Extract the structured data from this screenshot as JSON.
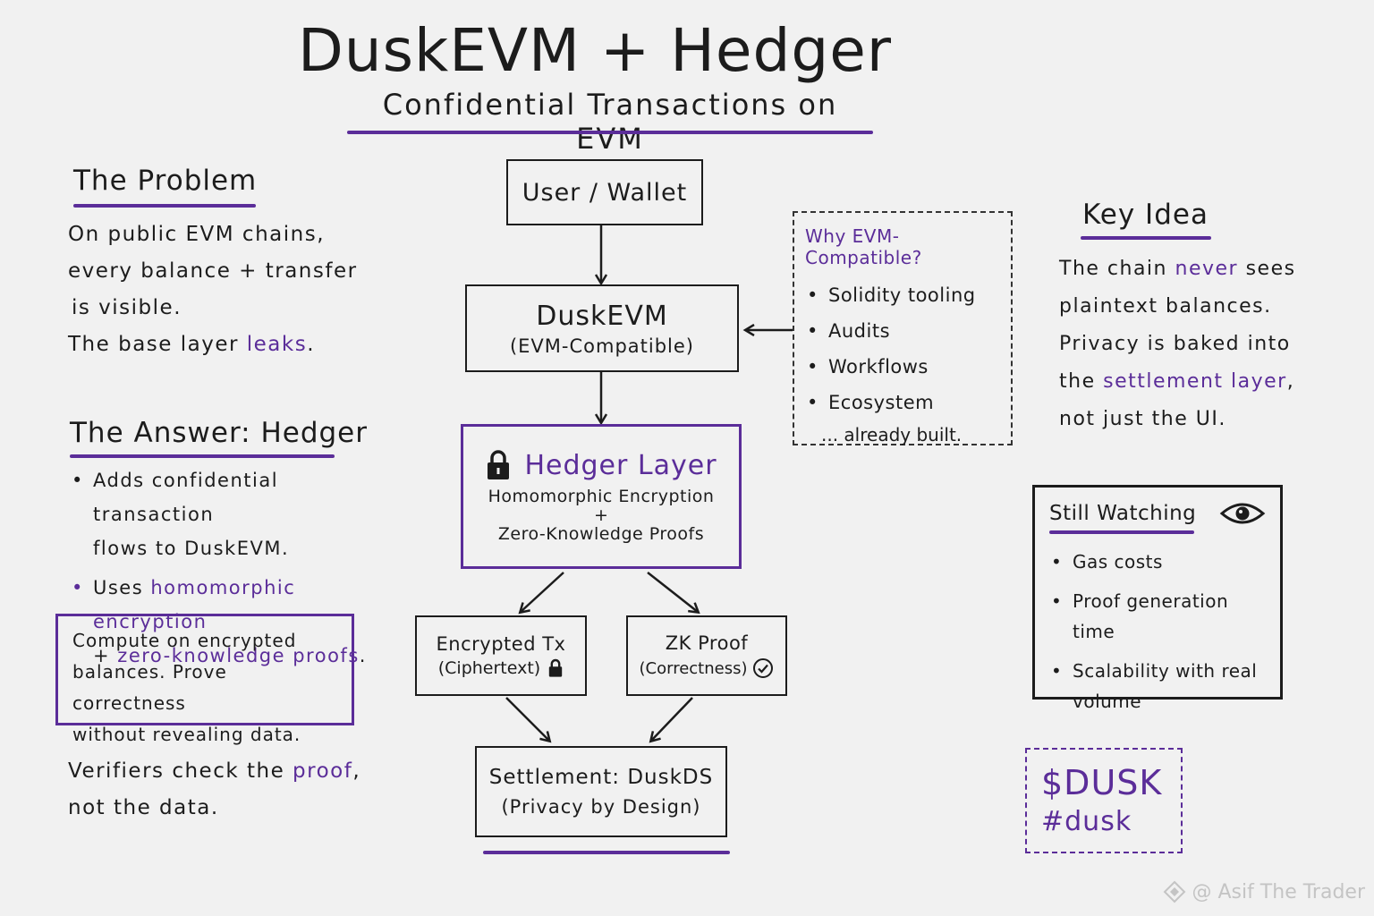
{
  "title": "DuskEVM + Hedger",
  "subtitle": "Confidential Transactions on EVM",
  "problem": {
    "heading": "The Problem",
    "lines": [
      "On public EVM chains,",
      "every balance + transfer",
      "is visible."
    ],
    "leak_prefix": "The base layer",
    "leak_word": "leaks",
    "leak_suffix": "."
  },
  "answer": {
    "heading": "The Answer: Hedger",
    "bullet1_line1": "Adds confidential transaction",
    "bullet1_line2": "flows to DuskEVM.",
    "bullet2_prefix": "Uses",
    "bullet2_highlight1": "homomorphic encryption",
    "bullet2_plus": "+",
    "bullet2_highlight2": "zero-knowledge proofs",
    "bullet2_suffix": ".",
    "box_lines": [
      "Compute on encrypted",
      "balances. Prove correctness",
      "without revealing data."
    ]
  },
  "verifiers": {
    "line1_prefix": "Verifiers check the",
    "line1_highlight": "proof",
    "line1_suffix": ",",
    "line2": "not the data."
  },
  "flow": {
    "user_wallet": "User / Wallet",
    "duskevm_title": "DuskEVM",
    "duskevm_sub": "(EVM-Compatible)",
    "hedger_title": "Hedger Layer",
    "hedger_line1": "Homomorphic Encryption",
    "hedger_plus": "+",
    "hedger_line2": "Zero-Knowledge Proofs",
    "encrypted_title": "Encrypted Tx",
    "encrypted_sub": "(Ciphertext)",
    "zk_title": "ZK Proof",
    "zk_sub": "(Correctness)",
    "settlement_title": "Settlement: DuskDS",
    "settlement_sub": "(Privacy by Design)"
  },
  "why_evm": {
    "heading": "Why EVM-Compatible?",
    "items": [
      "Solidity tooling",
      "Audits",
      "Workflows",
      "Ecosystem"
    ],
    "footer": "... already built."
  },
  "key_idea": {
    "heading": "Key Idea",
    "l1_prefix": "The chain",
    "l1_highlight": "never",
    "l1_suffix": "sees",
    "l2": "plaintext balances.",
    "l3": "Privacy is baked into",
    "l4_prefix": "the",
    "l4_highlight": "settlement layer",
    "l4_suffix": ",",
    "l5": "not just the UI."
  },
  "still_watching": {
    "heading": "Still Watching",
    "items": [
      "Gas costs",
      "Proof generation time",
      "Scalability with real volume"
    ]
  },
  "ticker": {
    "symbol": "$DUSK",
    "hashtag": "#dusk"
  },
  "watermark": "@ Asif The Trader",
  "colors": {
    "accent": "#5b2d99",
    "ink": "#1c1c1c",
    "paper": "#f1f1f1"
  }
}
